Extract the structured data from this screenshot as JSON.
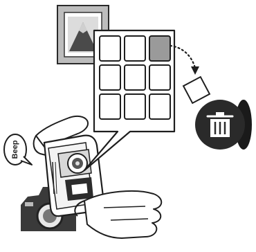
{
  "speech_bubble": {
    "text": "Beep"
  },
  "icons": {
    "framed_picture": "mountain-picture-icon",
    "thumbnail_grid": "thumbnail-grid-icon",
    "trash": "trash-can-icon",
    "camera": "camera-icon",
    "phone": "camera-phone-icon"
  },
  "grid": {
    "rows": 3,
    "cols": 3,
    "selected_row": 0,
    "selected_col": 2
  },
  "colors": {
    "ink": "#1e1e1e",
    "selected_cell": "#9a9a9a",
    "trash_disc": "#2a2a2a",
    "paper": "#ffffff"
  }
}
